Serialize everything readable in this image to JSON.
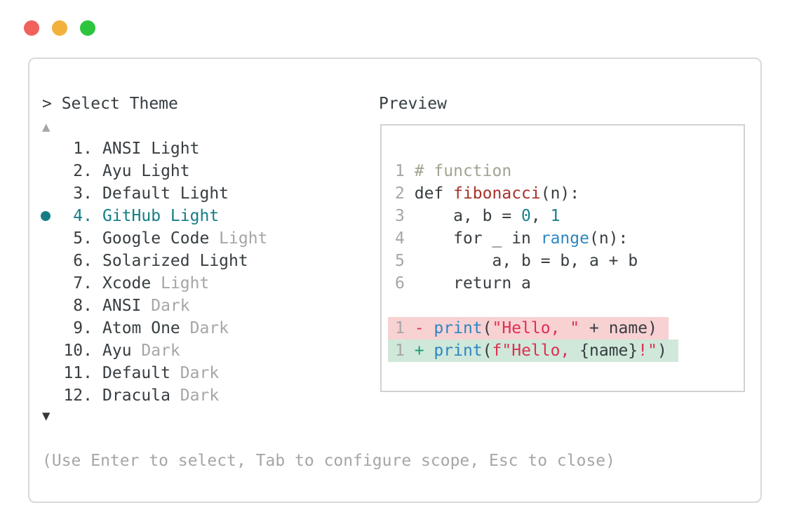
{
  "titlebar": {
    "buttons": [
      {
        "name": "close",
        "color": "#F2625D"
      },
      {
        "name": "minimize",
        "color": "#F2B13C"
      },
      {
        "name": "zoom",
        "color": "#2DC53E"
      }
    ]
  },
  "prompt": {
    "symbol": ">",
    "label": "Select Theme"
  },
  "scroll": {
    "up": "▲",
    "down": "▼"
  },
  "theme_list": {
    "items": [
      {
        "number": "1.",
        "name": "ANSI Light",
        "variant": "",
        "selected": false
      },
      {
        "number": "2.",
        "name": "Ayu Light",
        "variant": "",
        "selected": false
      },
      {
        "number": "3.",
        "name": "Default Light",
        "variant": "",
        "selected": false
      },
      {
        "number": "4.",
        "name": "GitHub Light",
        "variant": "",
        "selected": true
      },
      {
        "number": "5.",
        "name": "Google Code",
        "variant": "Light",
        "selected": false
      },
      {
        "number": "6.",
        "name": "Solarized Light",
        "variant": "",
        "selected": false
      },
      {
        "number": "7.",
        "name": "Xcode",
        "variant": "Light",
        "selected": false
      },
      {
        "number": "8.",
        "name": "ANSI",
        "variant": "Dark",
        "selected": false
      },
      {
        "number": "9.",
        "name": "Atom One",
        "variant": "Dark",
        "selected": false
      },
      {
        "number": "10.",
        "name": "Ayu",
        "variant": "Dark",
        "selected": false
      },
      {
        "number": "11.",
        "name": "Default",
        "variant": "Dark",
        "selected": false
      },
      {
        "number": "12.",
        "name": "Dracula",
        "variant": "Dark",
        "selected": false
      }
    ]
  },
  "preview": {
    "title": "Preview",
    "code": [
      {
        "ln": "1",
        "diff": "",
        "tokens": [
          [
            "# function",
            "comment"
          ]
        ]
      },
      {
        "ln": "2",
        "diff": "",
        "tokens": [
          [
            "def ",
            "plain"
          ],
          [
            "fibonacci",
            "function"
          ],
          [
            "(n):",
            "plain"
          ]
        ]
      },
      {
        "ln": "3",
        "diff": "",
        "tokens": [
          [
            "    a, b = ",
            "plain"
          ],
          [
            "0",
            "number"
          ],
          [
            ", ",
            "plain"
          ],
          [
            "1",
            "number"
          ]
        ]
      },
      {
        "ln": "4",
        "diff": "",
        "tokens": [
          [
            "    for _ in ",
            "plain"
          ],
          [
            "range",
            "builtin"
          ],
          [
            "(n):",
            "plain"
          ]
        ]
      },
      {
        "ln": "5",
        "diff": "",
        "tokens": [
          [
            "        a, b = b, a + b",
            "plain"
          ]
        ]
      },
      {
        "ln": "6",
        "diff": "",
        "tokens": [
          [
            "    return a",
            "plain"
          ]
        ]
      },
      {
        "ln": "",
        "diff": "",
        "tokens": []
      },
      {
        "ln": "1",
        "diff": "removed",
        "tokens": [
          [
            "- ",
            "diff-minus"
          ],
          [
            "print",
            "builtin"
          ],
          [
            "(",
            "plain"
          ],
          [
            "\"Hello, \"",
            "string"
          ],
          [
            " + name)",
            "plain"
          ]
        ]
      },
      {
        "ln": "1",
        "diff": "added",
        "tokens": [
          [
            "+ ",
            "diff-plus"
          ],
          [
            "print",
            "builtin"
          ],
          [
            "(",
            "plain"
          ],
          [
            "f\"Hello, ",
            "string"
          ],
          [
            "{name}",
            "plain"
          ],
          [
            "!\"",
            "string"
          ],
          [
            ")",
            "plain"
          ]
        ]
      }
    ]
  },
  "hint": {
    "text": "(Use Enter to select, Tab to configure scope, Esc to close)"
  },
  "colors": {
    "accent_teal": "#147d85",
    "text_dark": "#373d41",
    "text_gray": "#a6a6a6",
    "border_window": "#d9d9d9",
    "border_preview": "#d2d2d2",
    "comment": "#a0a592",
    "function_red": "#a8312a",
    "number_teal": "#17808a",
    "builtin_blue": "#2d86c2",
    "string_crimson": "#de2f50",
    "diff_minus": "#de2f50",
    "diff_plus": "#1a9c74",
    "diff_removed_bg": "#f8d1d3",
    "diff_added_bg": "#cfe8da"
  }
}
